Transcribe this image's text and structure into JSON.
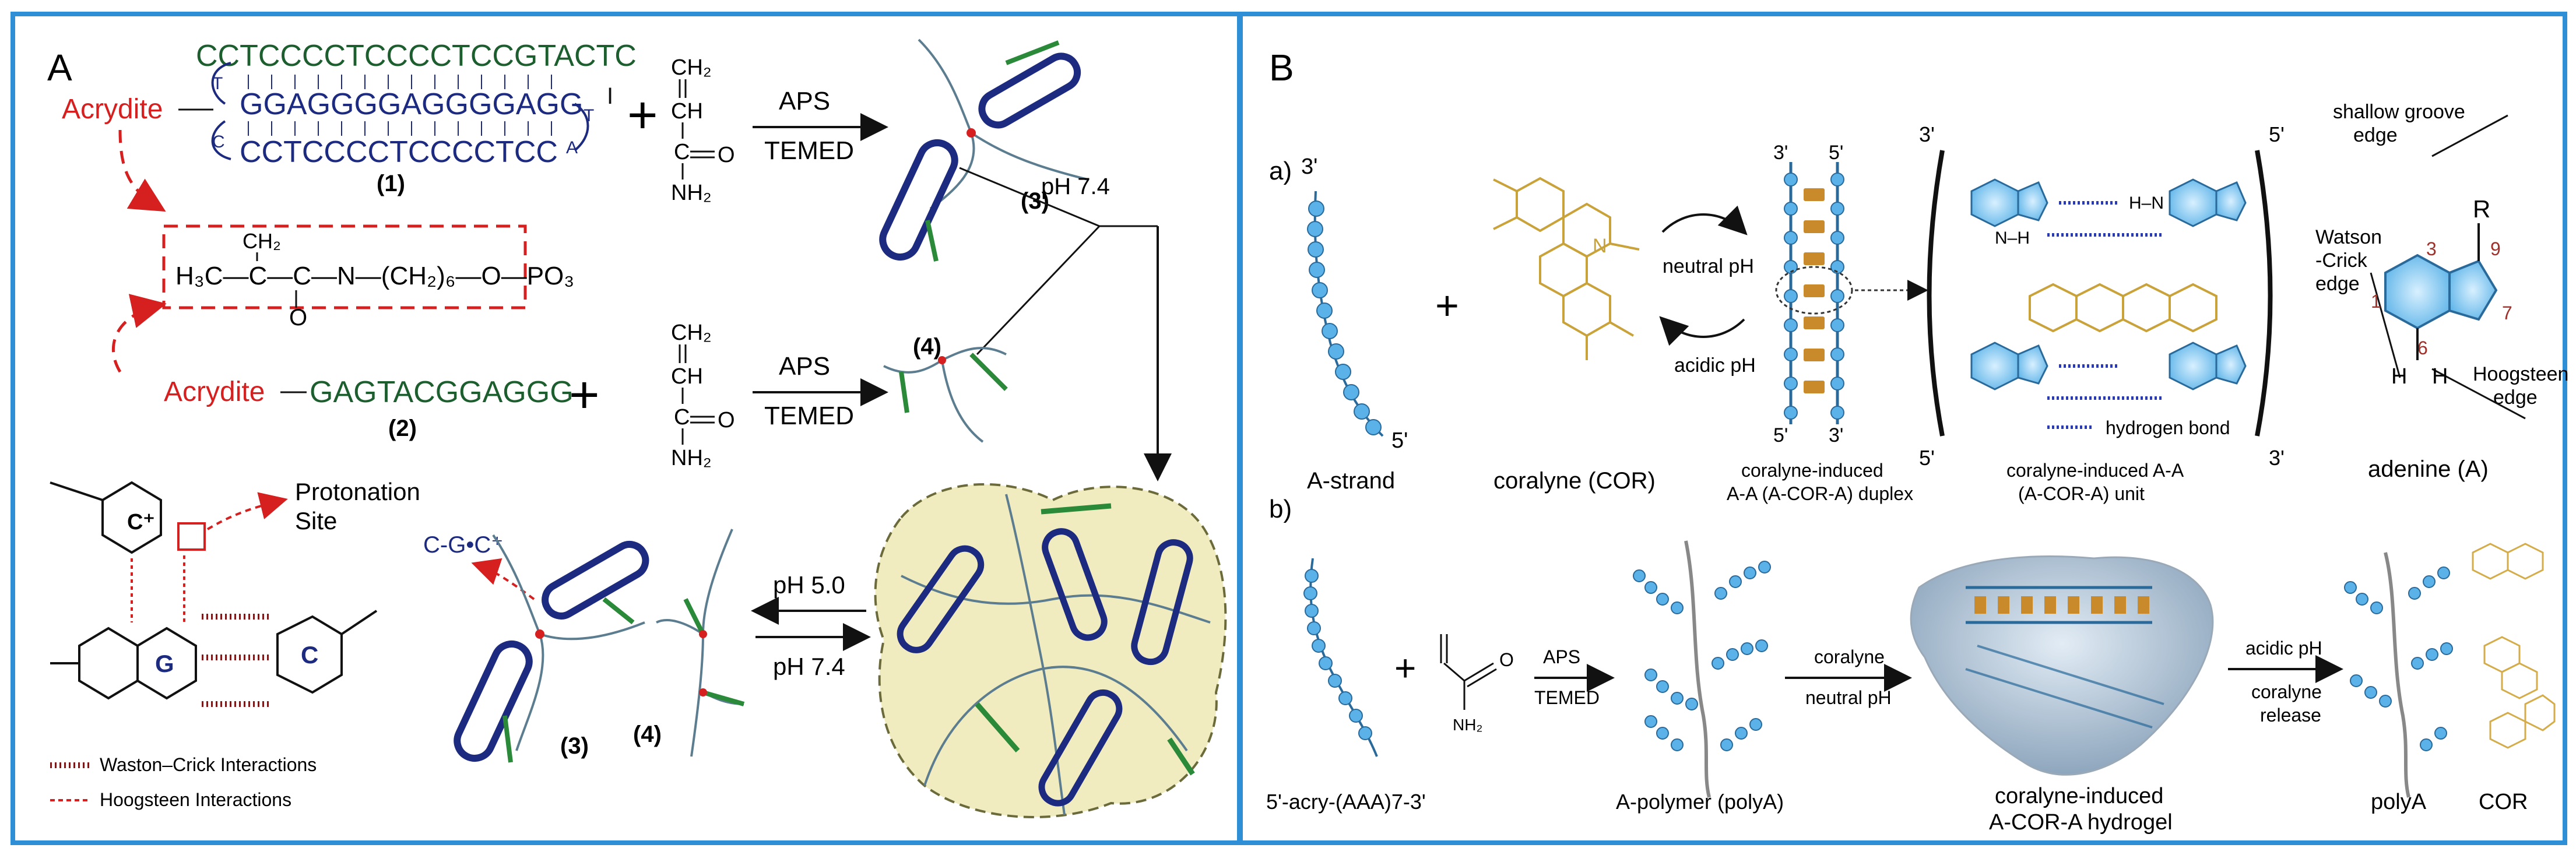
{
  "panelA": {
    "letter": "A",
    "seq_top": "CCTCCCCTCCCCTCCGTACTC",
    "seq_mid": "GGAGGGGAGGGGAGG",
    "seq_bot": "CCTCCCCTCCCCTCC",
    "seq_loop_left_top": "T",
    "seq_loop_left_bot": "C",
    "seq_loop_right_top": "T",
    "seq_loop_right_bot": "A",
    "roman_one": "I",
    "acrydite_1": "Acrydite",
    "acrydite_2": "Acrydite",
    "num_1": "(1)",
    "num_2": "(2)",
    "num_3a": "(3)",
    "num_4a": "(4)",
    "num_3b": "(3)",
    "num_4b": "(4)",
    "seq_2": "GAGTACGGAGGG",
    "plus": "+",
    "aps": "APS",
    "temed": "TEMED",
    "ph74_top": "pH 7.4",
    "ph50": "pH 5.0",
    "ph74_bot": "pH 7.4",
    "ch2": "CH",
    "ch": "CH",
    "cO": "C",
    "nh2": "NH",
    "o": "O",
    "h3c": "H₃C",
    "linker": "H₃C—C—C—N—(CH₂)₆—O—PO₃",
    "protonation": "Protonation",
    "site": "Site",
    "cgc": "C-G•C⁺",
    "base_c_plus": "C⁺",
    "base_g": "G",
    "base_c": "C",
    "legend_wc": "Waston–Crick Interactions",
    "legend_hg": "Hoogsteen Interactions"
  },
  "panelB": {
    "letter": "B",
    "a_label": "a)",
    "b_label": "b)",
    "three_prime": "3'",
    "five_prime": "5'",
    "a_strand": "A-strand",
    "coralyne": "coralyne (COR)",
    "neutral_ph": "neutral pH",
    "acidic_ph": "acidic pH",
    "duplex_1": "coralyne-induced",
    "duplex_2": "A-A (A-COR-A) duplex",
    "unit_1": "coralyne-induced A-A",
    "unit_2": "(A-COR-A) unit",
    "hbond": "hydrogen bond",
    "shallow": "shallow groove",
    "edge": "edge",
    "watson": "Watson",
    "crick": "-Crick",
    "edge2": "edge",
    "hoogsteen": "Hoogsteen",
    "edge3": "edge",
    "adenine": "adenine (A)",
    "R": "R",
    "n3": "3",
    "n9": "9",
    "n1": "1",
    "n7": "7",
    "n6": "6",
    "N": "N",
    "H": "H",
    "monomer": "5'-acry-(AAA)7-3'",
    "aps": "APS",
    "temed": "TEMED",
    "nh2": "NH",
    "o": "O",
    "polyA_lbl": "A-polymer (polyA)",
    "coralyne_arrow": "coralyne",
    "neutral_arrow": "neutral pH",
    "hydrogel_1": "coralyne-induced",
    "hydrogel_2": "A-COR-A hydrogel",
    "acidic_arrow": "acidic pH",
    "release_1": "coralyne",
    "release_2": "release",
    "polyA": "polyA",
    "cor": "COR",
    "plus": "+"
  }
}
